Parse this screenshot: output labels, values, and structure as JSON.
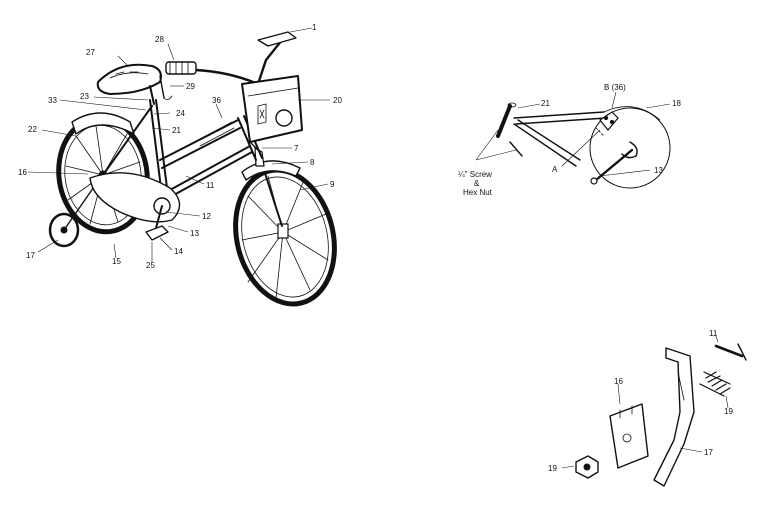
{
  "bike": {
    "labels": {
      "l1": "1",
      "l28": "28",
      "l27": "27",
      "l29": "29",
      "l23": "23",
      "l33": "33",
      "l24": "24",
      "l36": "36",
      "l20": "20",
      "l22": "22",
      "l21": "21",
      "l7": "7",
      "l8": "8",
      "l16": "16",
      "l9": "9",
      "l11": "11",
      "l12": "12",
      "l13": "13",
      "l17": "17",
      "l14": "14",
      "l15": "15",
      "l25": "25"
    }
  },
  "guard": {
    "labels": {
      "l21": "21",
      "lB": "B (36)",
      "l18": "18",
      "lA": "A",
      "l13": "13"
    },
    "note_line1": "¼\" Screw",
    "note_line2": "&",
    "note_line3": "Hex Nut"
  },
  "training": {
    "labels": {
      "l11": "11",
      "l16": "16",
      "l19a": "19",
      "l17": "17",
      "l19b": "19"
    }
  }
}
